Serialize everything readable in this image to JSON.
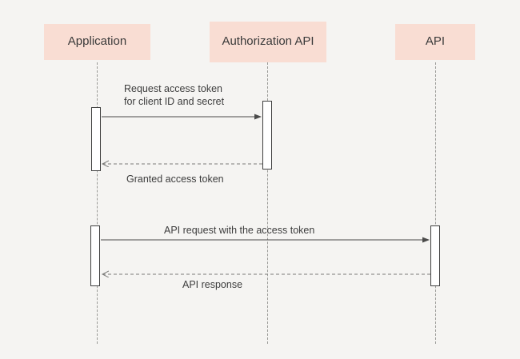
{
  "diagram": {
    "type": "sequence-diagram",
    "actors": [
      {
        "id": "application",
        "label": "Application"
      },
      {
        "id": "authorization-api",
        "label": "Authorization\nAPI"
      },
      {
        "id": "api",
        "label": "API"
      }
    ],
    "messages": [
      {
        "from": "Application",
        "to": "Authorization API",
        "style": "solid",
        "text": "Request access token\nfor client ID and secret"
      },
      {
        "from": "Authorization API",
        "to": "Application",
        "style": "dashed",
        "text": "Granted access token"
      },
      {
        "from": "Application",
        "to": "API",
        "style": "solid",
        "text": "API request with the access token"
      },
      {
        "from": "API",
        "to": "Application",
        "style": "dashed",
        "text": "API response"
      }
    ],
    "colors": {
      "actor_box_fill": "#f9ddd3",
      "background": "#f5f4f2",
      "line": "#55555"
    }
  }
}
